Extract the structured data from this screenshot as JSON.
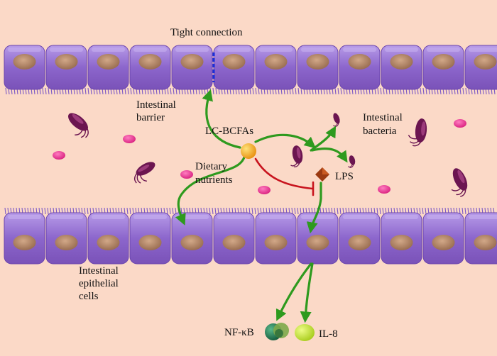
{
  "labels": {
    "tight_connection": "Tight connection",
    "intestinal_barrier_line1": "Intestinal",
    "intestinal_barrier_line2": "barrier",
    "lc_bcfas": "LC-BCFAs",
    "intestinal_bacteria_line1": "Intestinal",
    "intestinal_bacteria_line2": "bacteria",
    "dietary_nutrients_line1": "Dietary",
    "dietary_nutrients_line2": "nutrients",
    "lps": "LPS",
    "epithelial_line1": "Intestinal",
    "epithelial_line2": "epithelial",
    "epithelial_line3": "cells",
    "nf_kb": "NF-κB",
    "il_8": "IL-8"
  },
  "colors": {
    "background": "#fbd9c7",
    "cell_body": "#8a62c8",
    "cell_light": "#ad8fe0",
    "nucleus": "#b18567",
    "arrow_green": "#2e9a1e",
    "inhibit_red": "#c8141e",
    "bacteria": "#6b1550",
    "nutrient_dot": "#e2318e",
    "lc_bcfa_dot": "#f3a21c",
    "lps": "#9b3a12",
    "nf_kb": "#1f6b4e",
    "il_8": "#c9e63a"
  },
  "icons": [
    "bacterium-icon",
    "nutrient-particle-icon",
    "lc-bcfa-molecule-icon",
    "lps-icon",
    "nf-kb-icon",
    "il-8-icon"
  ]
}
